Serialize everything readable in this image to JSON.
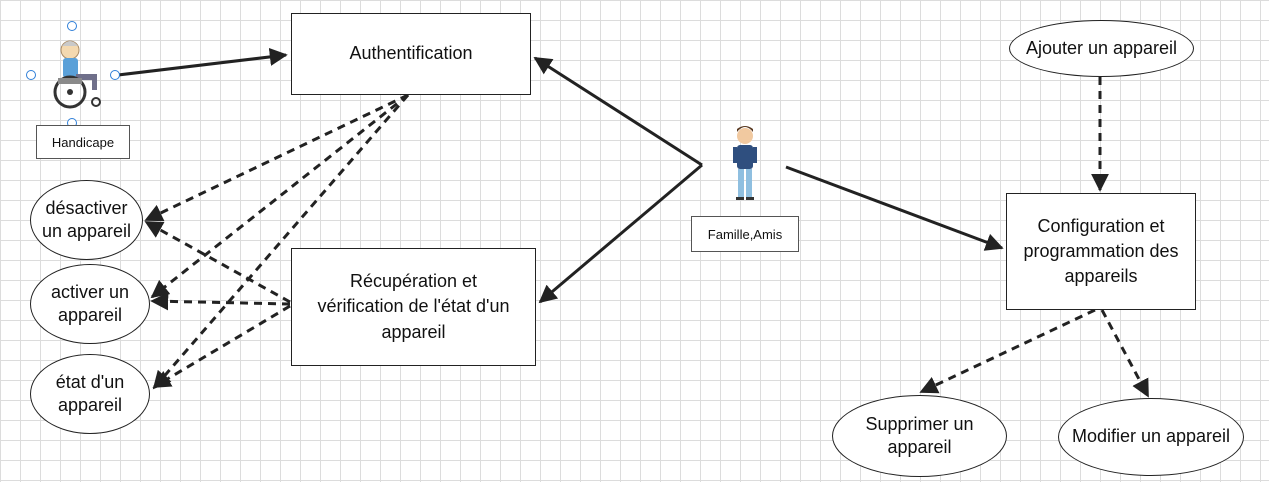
{
  "actors": {
    "handicape": {
      "label": "Handicape",
      "icon": "wheelchair-person-icon"
    },
    "famille": {
      "label": "Famille,Amis",
      "icon": "person-icon"
    }
  },
  "use_cases": {
    "authentification": "Authentification",
    "recuperation": "Récupération et vérification de l'état d'un appareil",
    "configuration": "Configuration et programmation des appareils",
    "desactiver": "désactiver un appareil",
    "activer": "activer un appareil",
    "etat": "état d'un appareil",
    "ajouter": "Ajouter un appareil",
    "supprimer": "Supprimer un appareil",
    "modifier": "Modifier un appareil"
  },
  "colors": {
    "grid": "#dcdcdc",
    "line": "#222222",
    "selection": "#2f7fd8"
  }
}
